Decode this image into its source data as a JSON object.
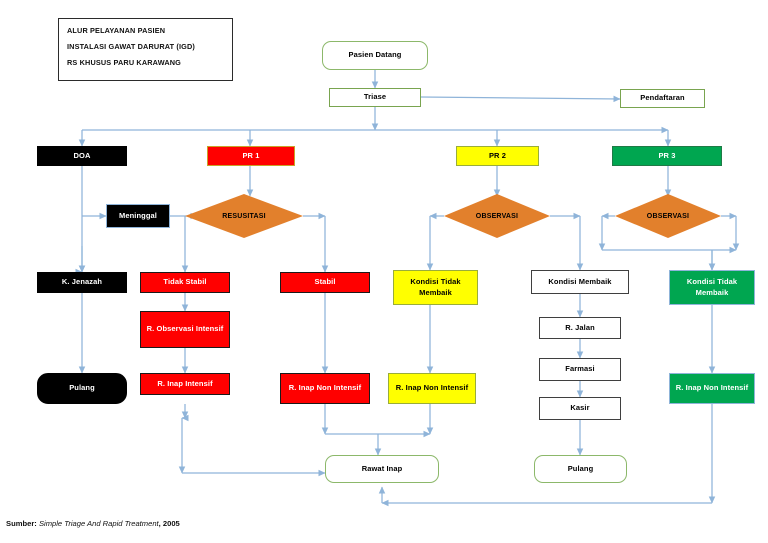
{
  "title_card": {
    "line1": "ALUR PELAYANAN PASIEN",
    "line2": "INSTALASI GAWAT DARURAT (IGD)",
    "line3": "RS KHUSUS PARU KARAWANG"
  },
  "source": {
    "label": "Sumber:",
    "citation": "Simple Triage And Rapid Treatment",
    "year": ", 2005"
  },
  "nodes": {
    "pasien_datang": "Pasien Datang",
    "triase": "Triase",
    "pendaftaran": "Pendaftaran",
    "doa": "DOA",
    "pr1": "PR 1",
    "pr2": "PR 2",
    "pr3": "PR 3",
    "meninggal": "Meninggal",
    "resusitasi": "RESUSITASI",
    "observasi_kuning": "OBSERVASI",
    "observasi_hijau": "OBSERVASI",
    "k_jenazah": "K. Jenazah",
    "tidak_stabil": "Tidak Stabil",
    "stabil": "Stabil",
    "kondisi_tidak_membaik_kuning": "Kondisi Tidak Membaik",
    "kondisi_membaik": "Kondisi Membaik",
    "kondisi_tidak_membaik_hijau": "Kondisi Tidak Membaik",
    "r_observasi_intensif": "R. Observasi Intensif",
    "r_jalan": "R. Jalan",
    "farmasi": "Farmasi",
    "kasir": "Kasir",
    "pulang_hitam": "Pulang",
    "r_inap_intensif": "R. Inap Intensif",
    "r_inap_non_intensif_merah": "R. Inap Non Intensif",
    "r_inap_non_intensif_kuning": "R. Inap Non Intensif",
    "r_inap_non_intensif_hijau": "R. Inap Non Intensif",
    "rawat_inap": "Rawat Inap",
    "pulang_hijau": "Pulang"
  },
  "colors": {
    "connector": "#8fb4d9",
    "diamond": "#e2802c",
    "priority_red": "#ff0000",
    "priority_yellow": "#ffff00",
    "priority_green": "#00a650",
    "priority_black": "#000000",
    "terminal_border": "#8cb86a"
  }
}
